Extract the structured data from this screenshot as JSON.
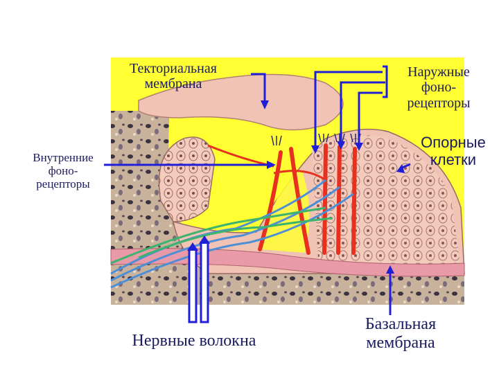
{
  "labels": {
    "tectorial": [
      "Текториальная",
      "мембрана"
    ],
    "outer": [
      "Наружные",
      "фоно-",
      "рецепторы"
    ],
    "support": [
      "Опорные",
      "клетки"
    ],
    "inner": [
      "Внутренние",
      "фоно-",
      "рецепторы"
    ],
    "nerve": [
      "Нервные волокна"
    ],
    "basal": [
      "Базальная",
      "мембрана"
    ]
  },
  "colors": {
    "background_yellow": "#ffff33",
    "tissue_pink": "#f0c3b4",
    "arrow_blue": "#1f1fd8",
    "nerve_blue": "#4d8fd6",
    "nerve_green": "#3cb46e",
    "vessel_red": "#e8301e",
    "bone_gray": "#8a8a8a",
    "label_text": "#1a1a5e"
  }
}
